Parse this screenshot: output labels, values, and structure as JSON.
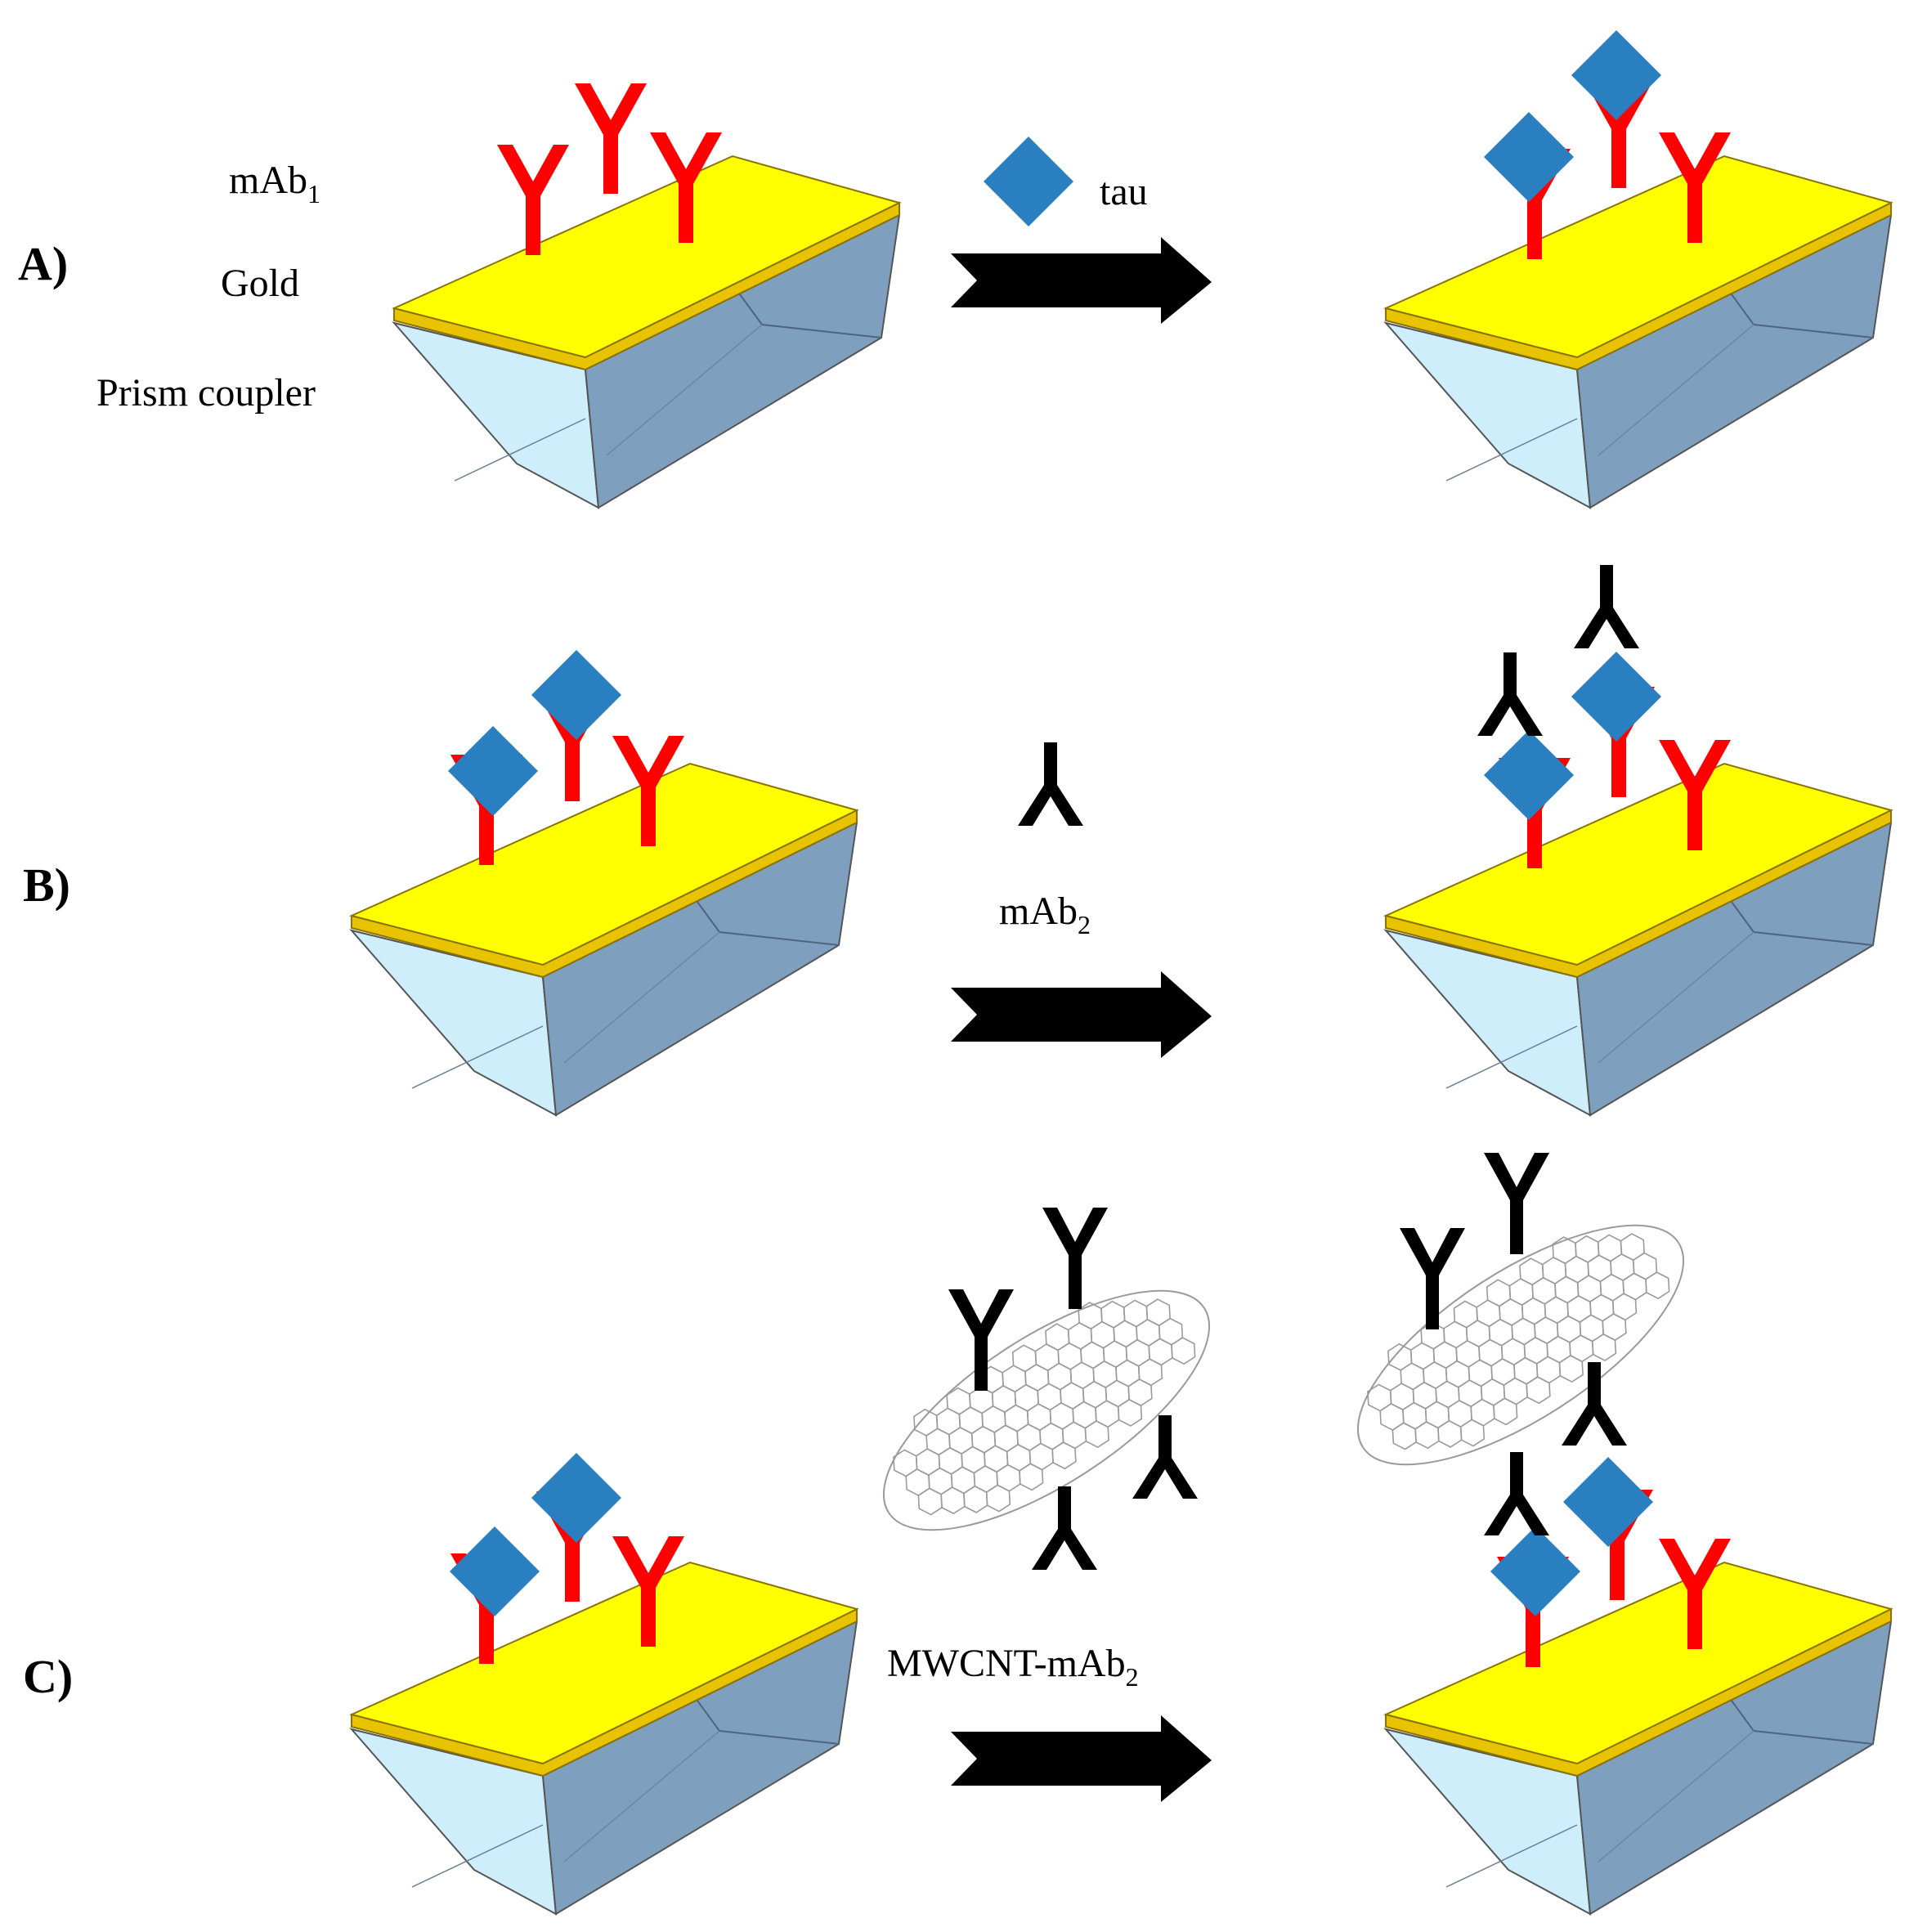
{
  "panels": [
    {
      "id": "A",
      "label": "A)",
      "reagent": "tau"
    },
    {
      "id": "B",
      "label": "B)",
      "reagent_main": "mAb",
      "reagent_sub": "2"
    },
    {
      "id": "C",
      "label": "C)",
      "reagent_main": "MWCNT-mAb",
      "reagent_sub": "2"
    }
  ],
  "component_labels": {
    "mab_main": "mAb",
    "mab_sub": "1",
    "gold": "Gold",
    "prism": "Prism coupler"
  },
  "colors": {
    "gold_top": "#ffff00",
    "gold_edge": "#e8c400",
    "prism_front": "#cfeefc",
    "prism_side": "#7f9fbf",
    "prism_side_dark": "#6f8fb0",
    "capture_antibody": "#ff0000",
    "tau_antigen": "#2a7fc1",
    "detection_antibody": "#000000",
    "nanotube": "#9a9a9a"
  }
}
